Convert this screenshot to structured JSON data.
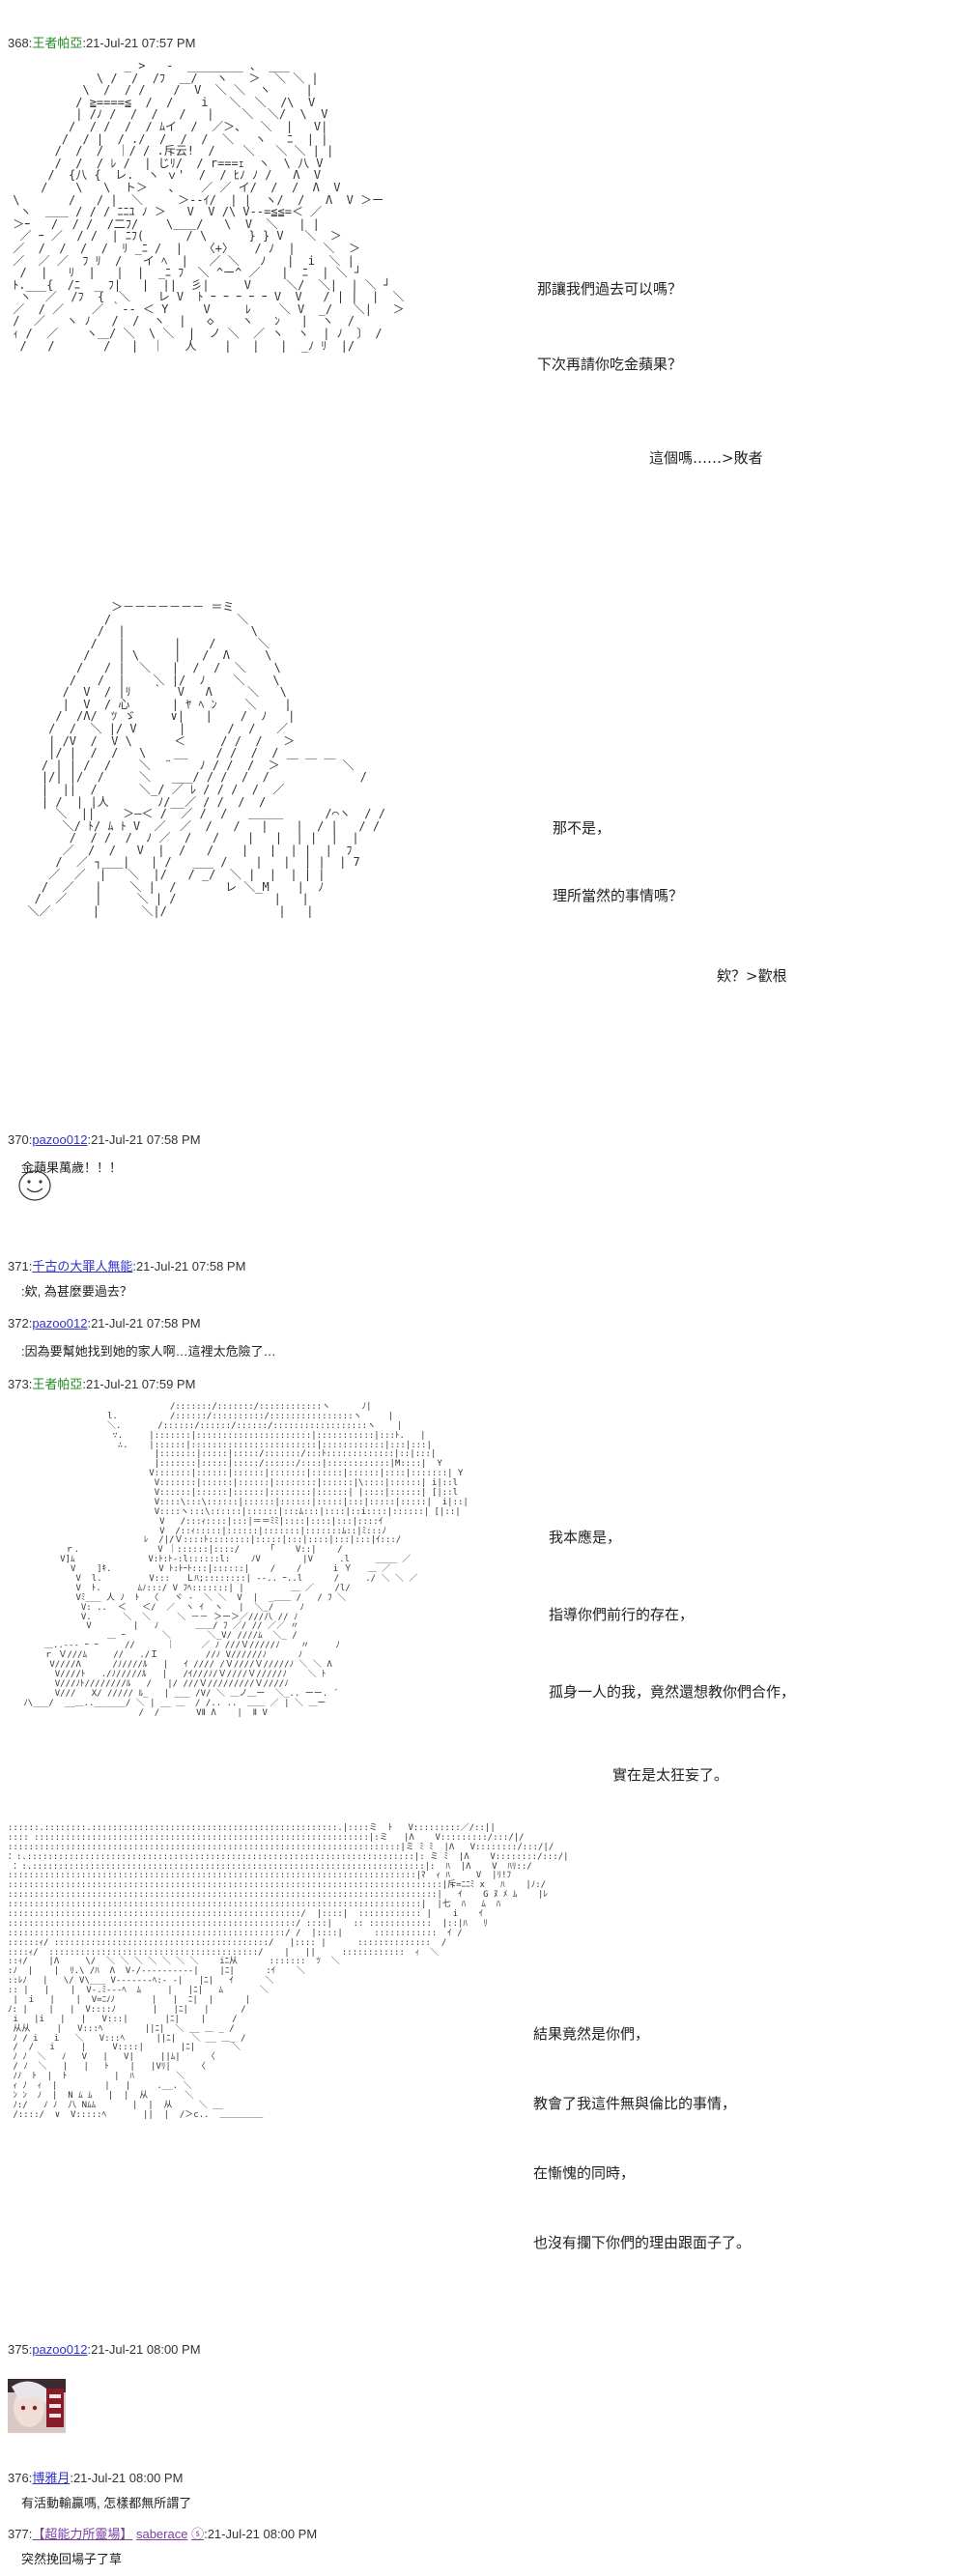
{
  "posts": [
    {
      "num": "368",
      "name": "王者帕亞",
      "date": ":21-Jul-21 07:57 PM"
    },
    {
      "num": "370",
      "name": "pazoo012",
      "date": ":21-Jul-21 07:58 PM",
      "body": [
        "金蘋果萬歲！！！"
      ]
    },
    {
      "num": "371",
      "name": "千古の大罪人無能",
      "date": ":21-Jul-21 07:58 PM",
      "body": [
        ":欸, 為甚麼要過去？"
      ]
    },
    {
      "num": "372",
      "name": "pazoo012",
      "date": ":21-Jul-21 07:58 PM",
      "body": [
        ":因為要幫她找到她的家人啊…這裡太危險了…"
      ]
    },
    {
      "num": "373",
      "name": "王者帕亞",
      "date": ":21-Jul-21 07:59 PM"
    },
    {
      "num": "375",
      "name": "pazoo012",
      "date": ":21-Jul-21 08:00 PM"
    },
    {
      "num": "376",
      "name": "博雅月",
      "date": ":21-Jul-21 08:00 PM",
      "body": [
        "有活動輸贏嗎, 怎樣都無所謂了"
      ]
    },
    {
      "num": "377",
      "name": "【超能力所靈場】",
      "name2": "saberace",
      "name3": "ⓢ",
      "date": ":21-Jul-21 08:00 PM",
      "body": [
        "突然挽回場子了草"
      ]
    }
  ],
  "dialog": {
    "scene1": [
      "那讓我們過去可以嗎？",
      "下次再請你吃金蘋果？",
      "這個嗎……>敗者"
    ],
    "scene2": [
      "那不是，",
      "理所當然的事情嗎？",
      "欸？>歡根"
    ],
    "scene3": [
      "我本應是，",
      "指導你們前行的存在，",
      "孤身一人的我，竟然還想教你們合作，",
      "實在是太狂妄了。"
    ],
    "scene4": [
      "結果竟然是你們，",
      "教會了我這件無與倫比的事情，",
      "在慚愧的同時，",
      "也沒有攔下你們的理由跟面子了。"
    ]
  }
}
